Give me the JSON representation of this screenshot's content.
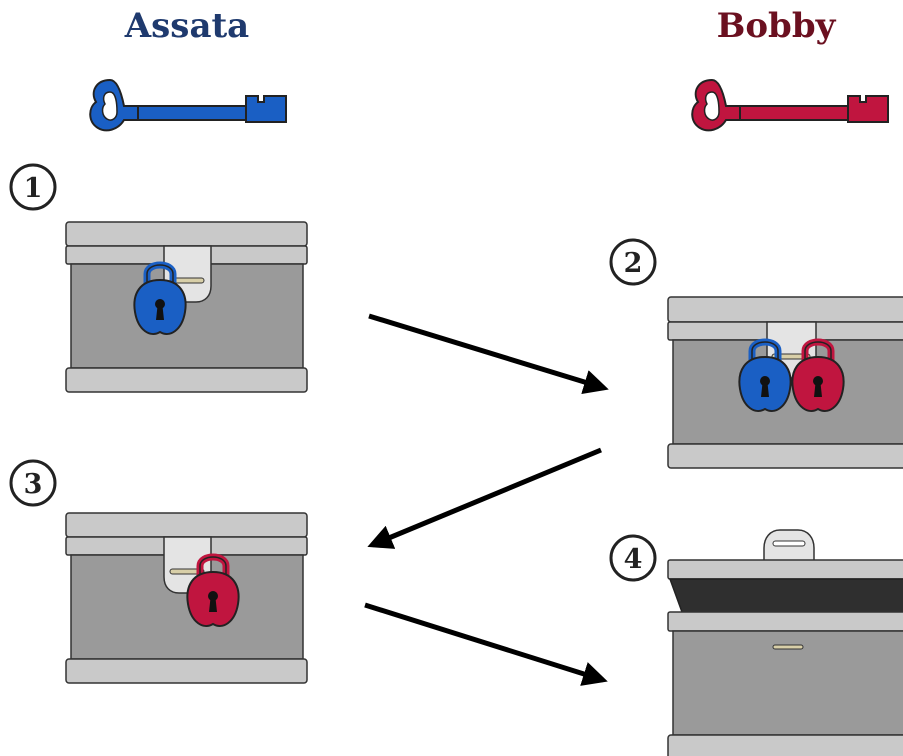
{
  "people": {
    "assata": {
      "name": "Assata",
      "color": "#1f3a6e",
      "key_color": "#1a5fc4"
    },
    "bobby": {
      "name": "Bobby",
      "color": "#6b1020",
      "key_color": "#c0153f"
    }
  },
  "steps": [
    "1",
    "2",
    "3",
    "4"
  ],
  "colors": {
    "chest_body": "#9a9a9a",
    "chest_trim": "#c9c9c9",
    "chest_open_lid": "#2f2f2f",
    "hasp": "#e4e4e4",
    "arrow": "#000000"
  }
}
